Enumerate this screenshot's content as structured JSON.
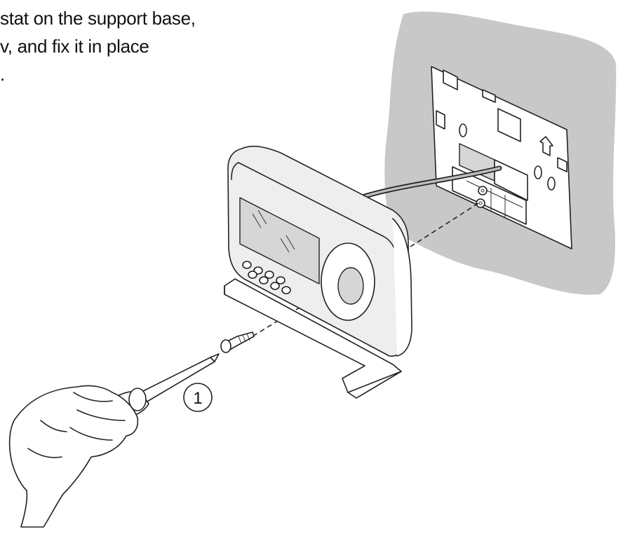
{
  "caption": {
    "line1": "stat on the support base,",
    "line2": "v, and fix it in place",
    "line3": "."
  },
  "callout": {
    "step_number": "1"
  },
  "colors": {
    "wall": "#c8c8c8",
    "outline": "#222222",
    "device": "#eeeeee"
  }
}
